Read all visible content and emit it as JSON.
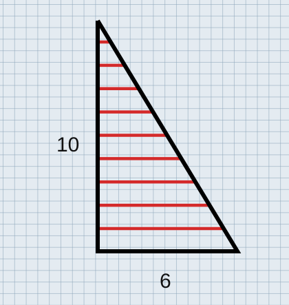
{
  "diagram": {
    "height_label": "10",
    "base_label": "6",
    "triangle_height": 10,
    "triangle_base": 6,
    "slice_count": 9,
    "colors": {
      "outline": "#000000",
      "slices": "#d42a2a",
      "grid_background": "#e4ebf1"
    }
  }
}
